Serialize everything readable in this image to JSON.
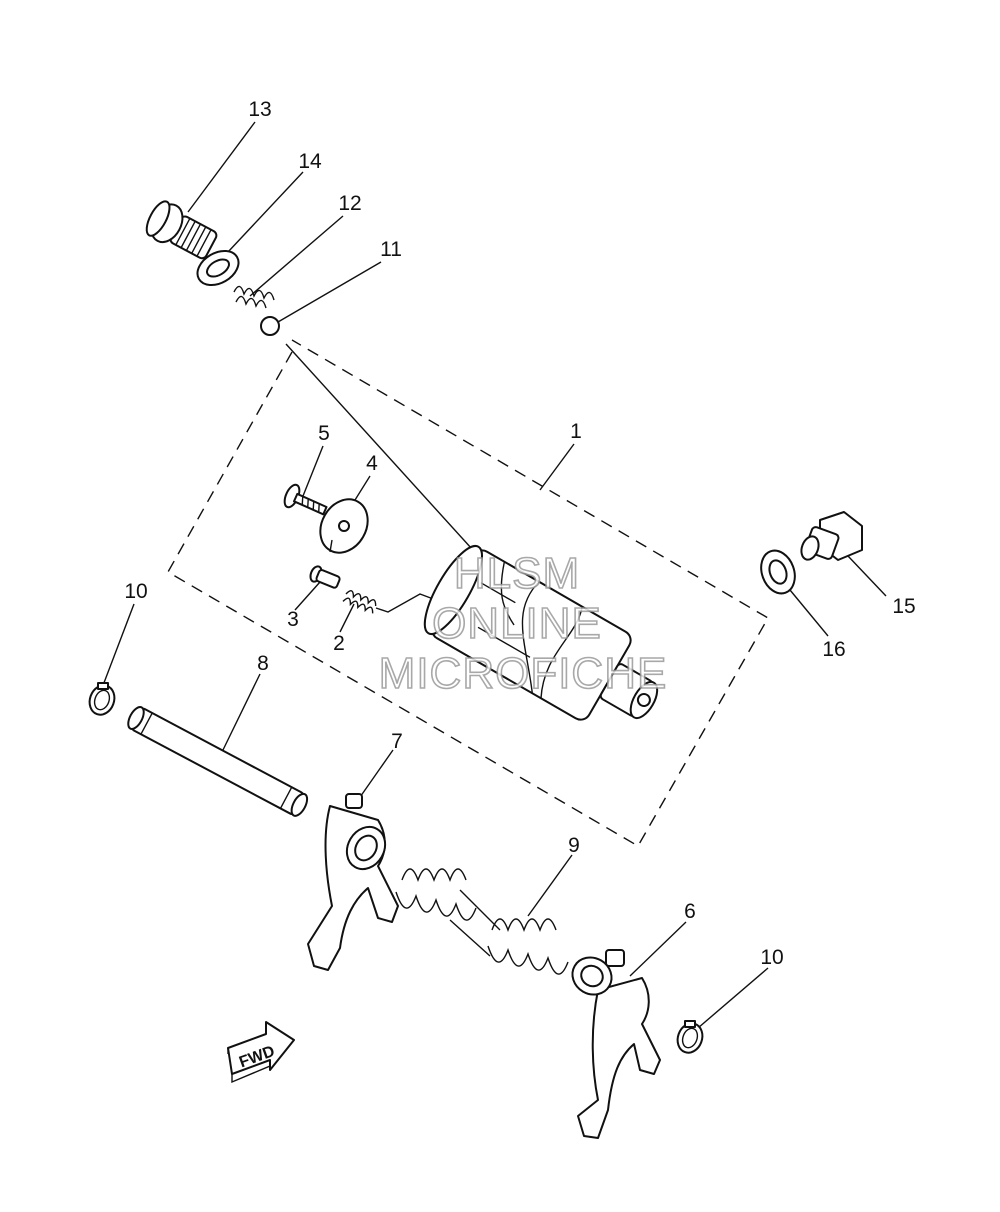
{
  "callouts": [
    {
      "id": "13",
      "label": "13"
    },
    {
      "id": "14",
      "label": "14"
    },
    {
      "id": "12",
      "label": "12"
    },
    {
      "id": "11",
      "label": "11"
    },
    {
      "id": "5",
      "label": "5"
    },
    {
      "id": "4",
      "label": "4"
    },
    {
      "id": "1",
      "label": "1"
    },
    {
      "id": "3",
      "label": "3"
    },
    {
      "id": "2",
      "label": "2"
    },
    {
      "id": "10a",
      "label": "10"
    },
    {
      "id": "8",
      "label": "8"
    },
    {
      "id": "7",
      "label": "7"
    },
    {
      "id": "9",
      "label": "9"
    },
    {
      "id": "6",
      "label": "6"
    },
    {
      "id": "10b",
      "label": "10"
    },
    {
      "id": "15",
      "label": "15"
    },
    {
      "id": "16",
      "label": "16"
    }
  ],
  "watermark": {
    "line1": "HLSM",
    "line2": "ONLINE",
    "line3": "MICROFICHE"
  },
  "direction_badge": {
    "label": "FWD"
  }
}
